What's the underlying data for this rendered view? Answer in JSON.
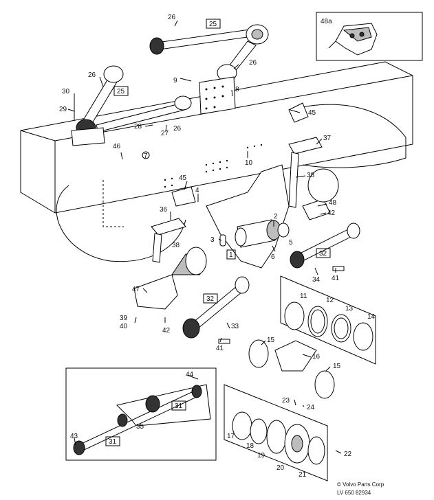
{
  "diagram": {
    "inset_top_right_label": "48a",
    "callouts": [
      {
        "id": "c26a",
        "text": "26"
      },
      {
        "id": "c25a",
        "text": "25",
        "boxed": true
      },
      {
        "id": "c26b",
        "text": "26"
      },
      {
        "id": "c26c",
        "text": "26"
      },
      {
        "id": "c9",
        "text": "9"
      },
      {
        "id": "c8",
        "text": "8"
      },
      {
        "id": "c30",
        "text": "30"
      },
      {
        "id": "c25b",
        "text": "25",
        "boxed": true
      },
      {
        "id": "c29",
        "text": "29"
      },
      {
        "id": "c28",
        "text": "28"
      },
      {
        "id": "c27",
        "text": "27"
      },
      {
        "id": "c26d",
        "text": "26"
      },
      {
        "id": "c45a",
        "text": "45"
      },
      {
        "id": "c46",
        "text": "46"
      },
      {
        "id": "c7",
        "text": "7"
      },
      {
        "id": "c10",
        "text": "10"
      },
      {
        "id": "c37",
        "text": "37"
      },
      {
        "id": "c38a",
        "text": "38"
      },
      {
        "id": "c45b",
        "text": "45"
      },
      {
        "id": "c4",
        "text": "4"
      },
      {
        "id": "c48",
        "text": "48"
      },
      {
        "id": "c42a",
        "text": "42"
      },
      {
        "id": "c36",
        "text": "36"
      },
      {
        "id": "c2",
        "text": "2"
      },
      {
        "id": "c5",
        "text": "5"
      },
      {
        "id": "c3",
        "text": "3"
      },
      {
        "id": "c1",
        "text": "1",
        "boxed": true
      },
      {
        "id": "c6",
        "text": "6"
      },
      {
        "id": "c38b",
        "text": "38"
      },
      {
        "id": "c32a",
        "text": "32",
        "boxed": true
      },
      {
        "id": "c34",
        "text": "34"
      },
      {
        "id": "c41a",
        "text": "41"
      },
      {
        "id": "c47",
        "text": "47"
      },
      {
        "id": "c32b",
        "text": "32",
        "boxed": true
      },
      {
        "id": "c11",
        "text": "11"
      },
      {
        "id": "c12",
        "text": "12"
      },
      {
        "id": "c13",
        "text": "13"
      },
      {
        "id": "c14",
        "text": "14"
      },
      {
        "id": "c39",
        "text": "39"
      },
      {
        "id": "c40",
        "text": "40"
      },
      {
        "id": "c42b",
        "text": "42"
      },
      {
        "id": "c33",
        "text": "33"
      },
      {
        "id": "c41b",
        "text": "41"
      },
      {
        "id": "c15a",
        "text": "15"
      },
      {
        "id": "c16",
        "text": "16"
      },
      {
        "id": "c15b",
        "text": "15"
      },
      {
        "id": "c44",
        "text": "44"
      },
      {
        "id": "c31a",
        "text": "31",
        "boxed": true
      },
      {
        "id": "c35",
        "text": "35"
      },
      {
        "id": "c43",
        "text": "43"
      },
      {
        "id": "c31b",
        "text": "31",
        "boxed": true
      },
      {
        "id": "c23",
        "text": "23"
      },
      {
        "id": "c24",
        "text": "24"
      },
      {
        "id": "c17",
        "text": "17"
      },
      {
        "id": "c18",
        "text": "18"
      },
      {
        "id": "c19",
        "text": "19"
      },
      {
        "id": "c20",
        "text": "20"
      },
      {
        "id": "c21",
        "text": "21"
      },
      {
        "id": "c22",
        "text": "22"
      }
    ],
    "copyright": "© Volvo Parts Corp",
    "drawing_number": "LV 650 82934"
  }
}
